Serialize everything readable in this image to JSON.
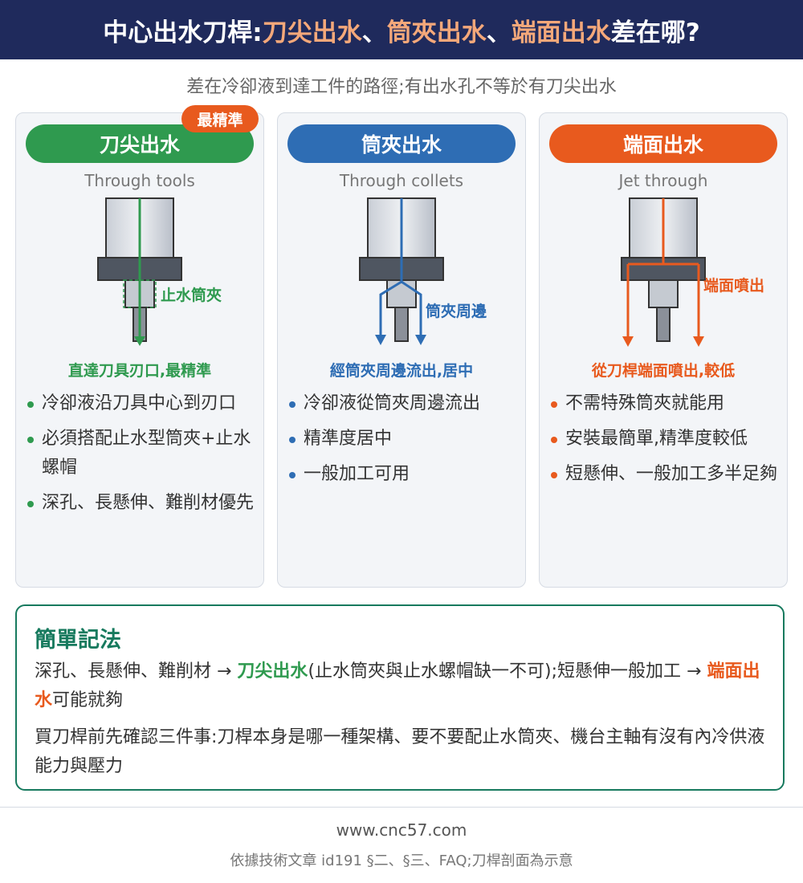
{
  "header": {
    "pre": "中心出水刀桿:",
    "t1": "刀尖出水",
    "sep1": "、",
    "t2": "筒夾出水",
    "sep2": "、",
    "t3": "端面出水",
    "post": "差在哪?"
  },
  "subtitle": "差在冷卻液到達工件的路徑;有出水孔不等於有刀尖出水",
  "colors": {
    "green": "#2f9a4f",
    "blue": "#2e6db4",
    "orange": "#e85a1e",
    "navy": "#1f2a5c",
    "teal": "#177a5e"
  },
  "cards": [
    {
      "title": "刀尖出水",
      "badge": "最精準",
      "en": "Through tools",
      "label": "止水筒夾",
      "caption": "直達刀具刃口,最精準",
      "bullets": [
        "冷卻液沿刀具中心到刃口",
        "必須搭配止水型筒夾+止水螺帽",
        "深孔、長懸伸、難削材優先"
      ]
    },
    {
      "title": "筒夾出水",
      "en": "Through collets",
      "label": "筒夾周邊",
      "caption": "經筒夾周邊流出,居中",
      "bullets": [
        "冷卻液從筒夾周邊流出",
        "精準度居中",
        "一般加工可用"
      ]
    },
    {
      "title": "端面出水",
      "en": "Jet through",
      "label": "端面噴出",
      "caption": "從刀桿端面噴出,較低",
      "bullets": [
        "不需特殊筒夾就能用",
        "安裝最簡單,精準度較低",
        "短懸伸、一般加工多半足夠"
      ]
    }
  ],
  "memo": {
    "title": "簡單記法",
    "l1_pre": "深孔、長懸伸、難削材 → ",
    "l1_t1": "刀尖出水",
    "l1_mid": "(止水筒夾與止水螺帽缺一不可);短懸伸一般加工 → ",
    "l1_t2": "端面出水",
    "l1_post": "可能就夠",
    "l2": "買刀桿前先確認三件事:刀桿本身是哪一種架構、要不要配止水筒夾、機台主軸有沒有內冷供液能力與壓力"
  },
  "footer": {
    "url": "www.cnc57.com",
    "source": "依據技術文章 id191 §二、§三、FAQ;刀桿剖面為示意"
  }
}
